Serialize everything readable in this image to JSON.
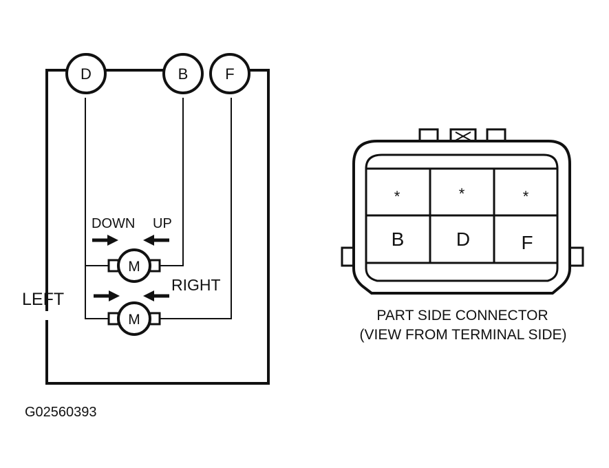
{
  "circuit": {
    "terminals": [
      "D",
      "B",
      "F"
    ],
    "motor_label": "M",
    "labels": {
      "down": "DOWN",
      "up": "UP",
      "right": "RIGHT",
      "left": "LEFT"
    }
  },
  "connector": {
    "top_row": [
      "*",
      "*",
      "*"
    ],
    "bottom_row": [
      "B",
      "D",
      "F"
    ],
    "caption_line1": "PART SIDE CONNECTOR",
    "caption_line2": "(VIEW FROM TERMINAL SIDE)"
  },
  "figure_id": "G02560393",
  "colors": {
    "ink": "#111111",
    "background": "#ffffff"
  }
}
